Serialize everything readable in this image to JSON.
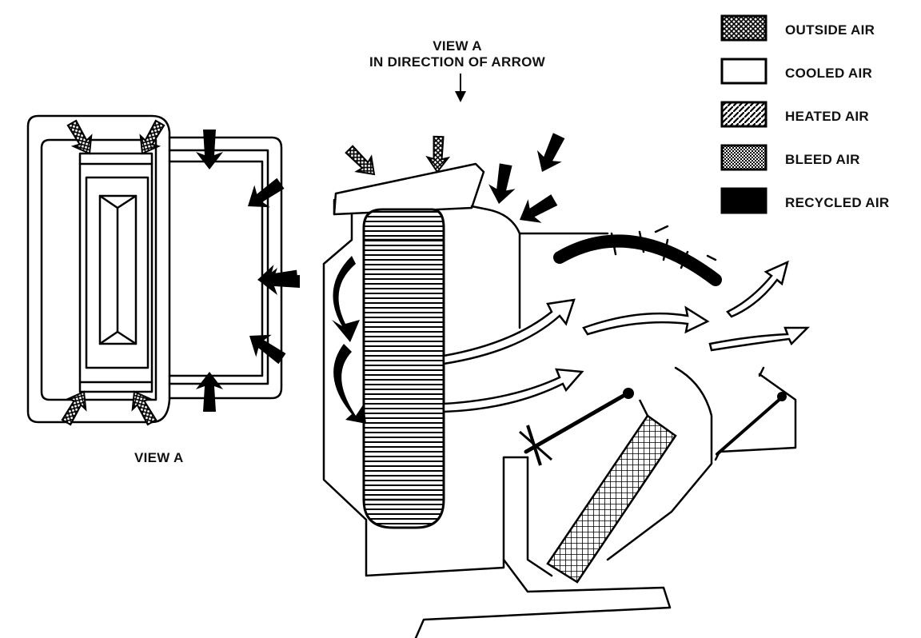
{
  "labels": {
    "view_a_title_line1": "VIEW A",
    "view_a_title_line2": "IN DIRECTION OF ARROW",
    "view_a_caption": "VIEW A"
  },
  "legend": [
    {
      "label": "OUTSIDE AIR",
      "pattern": "outside"
    },
    {
      "label": "COOLED AIR",
      "pattern": "cooled"
    },
    {
      "label": "HEATED AIR",
      "pattern": "heated"
    },
    {
      "label": "BLEED AIR",
      "pattern": "bleed"
    },
    {
      "label": "RECYCLED AIR",
      "pattern": "recycled"
    }
  ],
  "colors": {
    "ink": "#000000",
    "paper": "#ffffff"
  }
}
